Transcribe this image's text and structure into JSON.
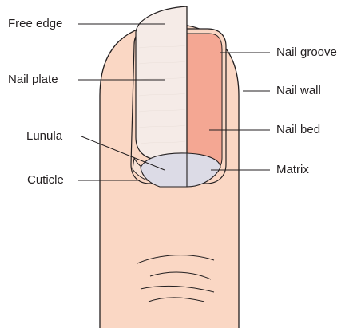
{
  "labels": {
    "free_edge": "Free edge",
    "nail_plate": "Nail plate",
    "lunula": "Lunula",
    "cuticle": "Cuticle",
    "nail_groove": "Nail groove",
    "nail_wall": "Nail wall",
    "nail_bed": "Nail bed",
    "matrix": "Matrix"
  },
  "colors": {
    "skin": "#fad7c4",
    "nail_plate": "#f5ebe7",
    "nail_bed": "#f4a793",
    "lunula": "#dcdbe6",
    "outline": "#231f20"
  }
}
